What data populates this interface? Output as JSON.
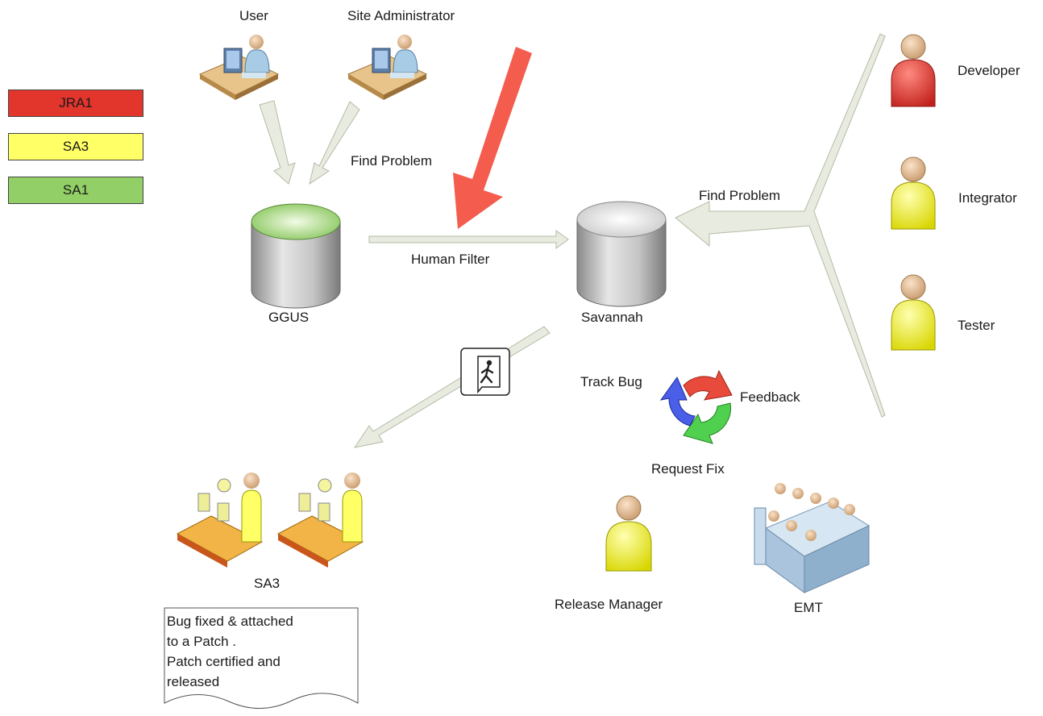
{
  "legend": [
    {
      "label": "JRA1",
      "color": "#e2352b"
    },
    {
      "label": "SA3",
      "color": "#ffff66"
    },
    {
      "label": "SA1",
      "color": "#92cf66"
    }
  ],
  "actors": {
    "user": "User",
    "site_admin": "Site Administrator",
    "developer": "Developer",
    "integrator": "Integrator",
    "tester": "Tester",
    "release_manager": "Release Manager",
    "emt": "EMT"
  },
  "systems": {
    "ggus": "GGUS",
    "savannah": "Savannah",
    "sa3": "SA3"
  },
  "flows": {
    "find_problem_left": "Find Problem",
    "human_filter": "Human Filter",
    "find_problem_right": "Find Problem",
    "track_bug": "Track Bug",
    "feedback": "Feedback",
    "request_fix": "Request Fix"
  },
  "note_lines": [
    "Bug fixed  & attached",
    "to a Patch .",
    "Patch certified and",
    "released"
  ],
  "colors": {
    "arrow_fill": "#e8ebe0",
    "arrow_stroke": "#b5bba5",
    "highlight_arrow": "#f45c4e",
    "developer_role": "#e2352b",
    "sa3_role": "#ffff33"
  }
}
